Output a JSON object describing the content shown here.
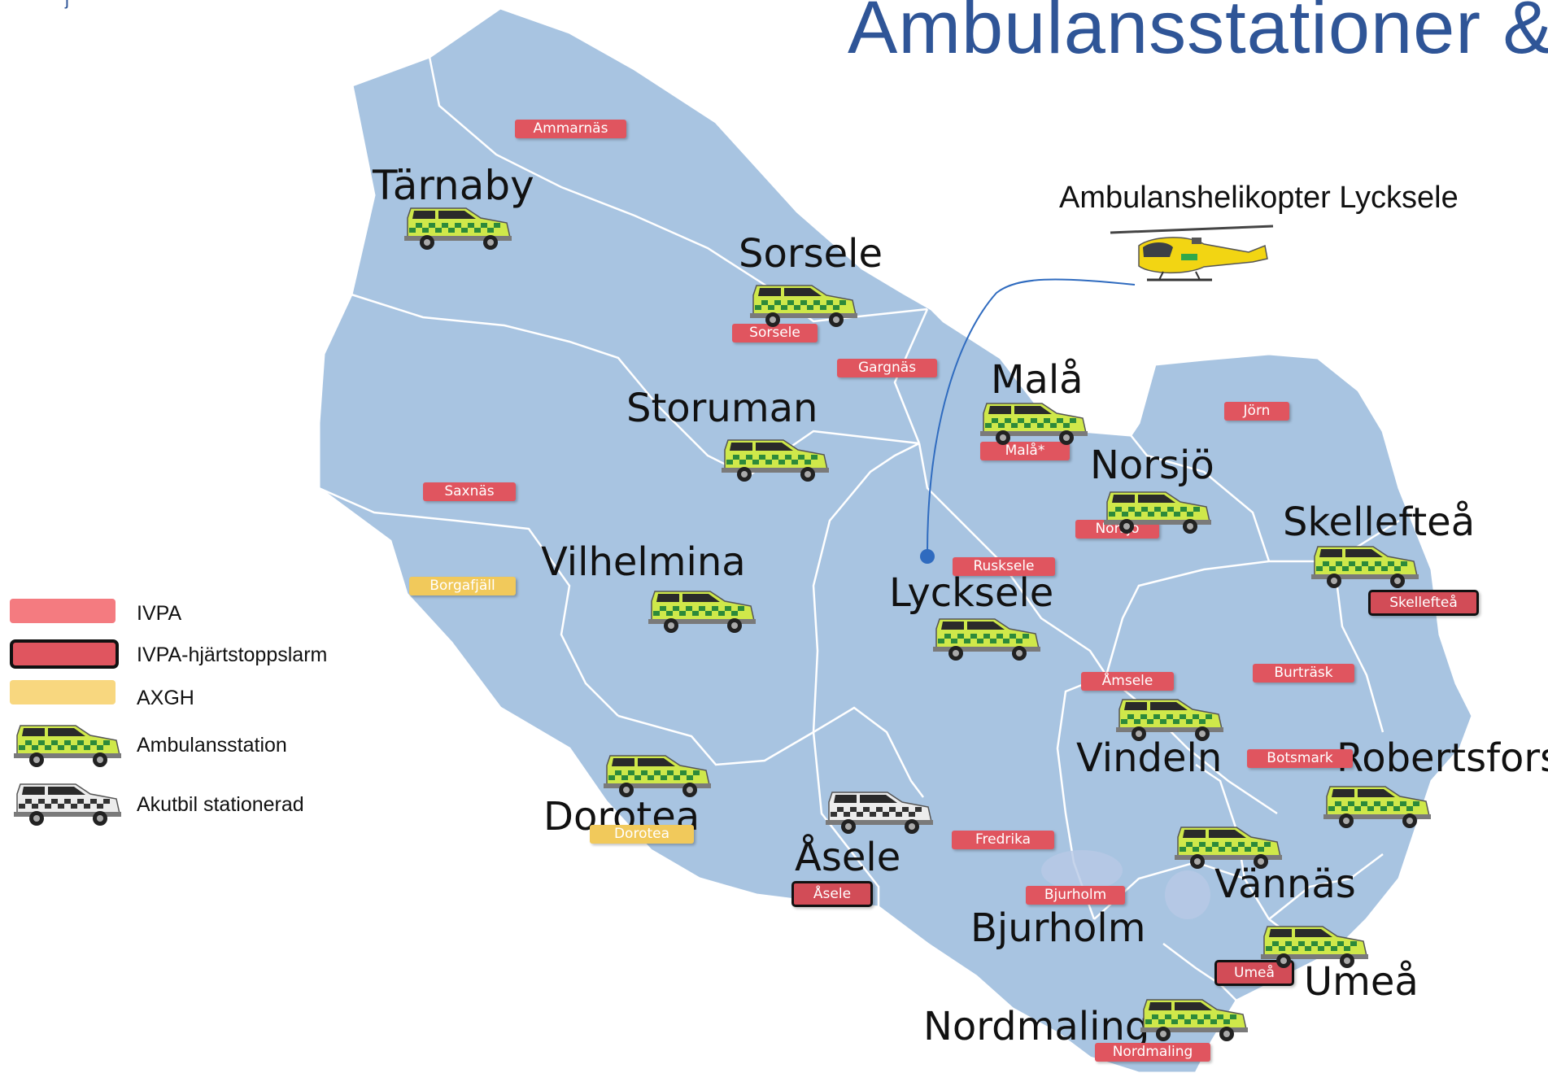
{
  "title": "Ambulansstationer &",
  "corner_text": "j",
  "colors": {
    "map_fill": "#a8c4e1",
    "border": "#ffffff",
    "ivpa": "#e0555f",
    "axgh": "#f1c95b",
    "title": "#2f5597"
  },
  "helicopter": {
    "label": "Ambulanshelikopter Lycksele",
    "icon": "helicopter-icon"
  },
  "towns": [
    {
      "id": "tarnaby",
      "name": "Tärnaby"
    },
    {
      "id": "sorsele",
      "name": "Sorsele"
    },
    {
      "id": "storuman",
      "name": "Storuman"
    },
    {
      "id": "mala",
      "name": "Malå"
    },
    {
      "id": "norsjo",
      "name": "Norsjö"
    },
    {
      "id": "skelleftea",
      "name": "Skellefteå"
    },
    {
      "id": "vilhelmina",
      "name": "Vilhelmina"
    },
    {
      "id": "lycksele",
      "name": "Lycksele"
    },
    {
      "id": "vindeln",
      "name": "Vindeln"
    },
    {
      "id": "robertsfors",
      "name": "Robertsfors"
    },
    {
      "id": "dorotea",
      "name": "Dorotea"
    },
    {
      "id": "asele",
      "name": "Åsele"
    },
    {
      "id": "vannas",
      "name": "Vännäs"
    },
    {
      "id": "bjurholm",
      "name": "Bjurholm"
    },
    {
      "id": "umea",
      "name": "Umeå"
    },
    {
      "id": "nordmaling",
      "name": "Nordmaling"
    }
  ],
  "tags": [
    {
      "id": "ammarnas",
      "label": "Ammarnäs",
      "type": "ivpa"
    },
    {
      "id": "sorsele",
      "label": "Sorsele",
      "type": "ivpa"
    },
    {
      "id": "gargnas",
      "label": "Gargnäs",
      "type": "ivpa"
    },
    {
      "id": "mala",
      "label": "Malå*",
      "type": "ivpa"
    },
    {
      "id": "jorn",
      "label": "Jörn",
      "type": "ivpa"
    },
    {
      "id": "saxnas",
      "label": "Saxnäs",
      "type": "ivpa"
    },
    {
      "id": "norsjo",
      "label": "Norsjö",
      "type": "ivpa"
    },
    {
      "id": "rusksele",
      "label": "Rusksele",
      "type": "ivpa"
    },
    {
      "id": "borgafjall",
      "label": "Borgafjäll",
      "type": "axgh"
    },
    {
      "id": "skelleftea",
      "label": "Skellefteå",
      "type": "alarm"
    },
    {
      "id": "burtrask",
      "label": "Burträsk",
      "type": "ivpa"
    },
    {
      "id": "amsele",
      "label": "Åmsele",
      "type": "ivpa"
    },
    {
      "id": "botsmark",
      "label": "Botsmark",
      "type": "ivpa"
    },
    {
      "id": "dorotea",
      "label": "Dorotea",
      "type": "axgh"
    },
    {
      "id": "fredrika",
      "label": "Fredrika",
      "type": "ivpa"
    },
    {
      "id": "bjurholm",
      "label": "Bjurholm",
      "type": "ivpa"
    },
    {
      "id": "asele",
      "label": "Åsele",
      "type": "alarm"
    },
    {
      "id": "umea",
      "label": "Umeå",
      "type": "alarm"
    },
    {
      "id": "nordmaling",
      "label": "Nordmaling",
      "type": "ivpa"
    }
  ],
  "legend": [
    {
      "id": "ivpa",
      "label": "IVPA",
      "type": "ivpa"
    },
    {
      "id": "alarm",
      "label": "IVPA-hjärtstoppslarm",
      "type": "alarm"
    },
    {
      "id": "axgh",
      "label": "AXGH",
      "type": "axgh"
    },
    {
      "id": "station",
      "label": "Ambulansstation",
      "type": "ambulance"
    },
    {
      "id": "akutbil",
      "label": "Akutbil stationerad",
      "type": "akutbil"
    }
  ]
}
